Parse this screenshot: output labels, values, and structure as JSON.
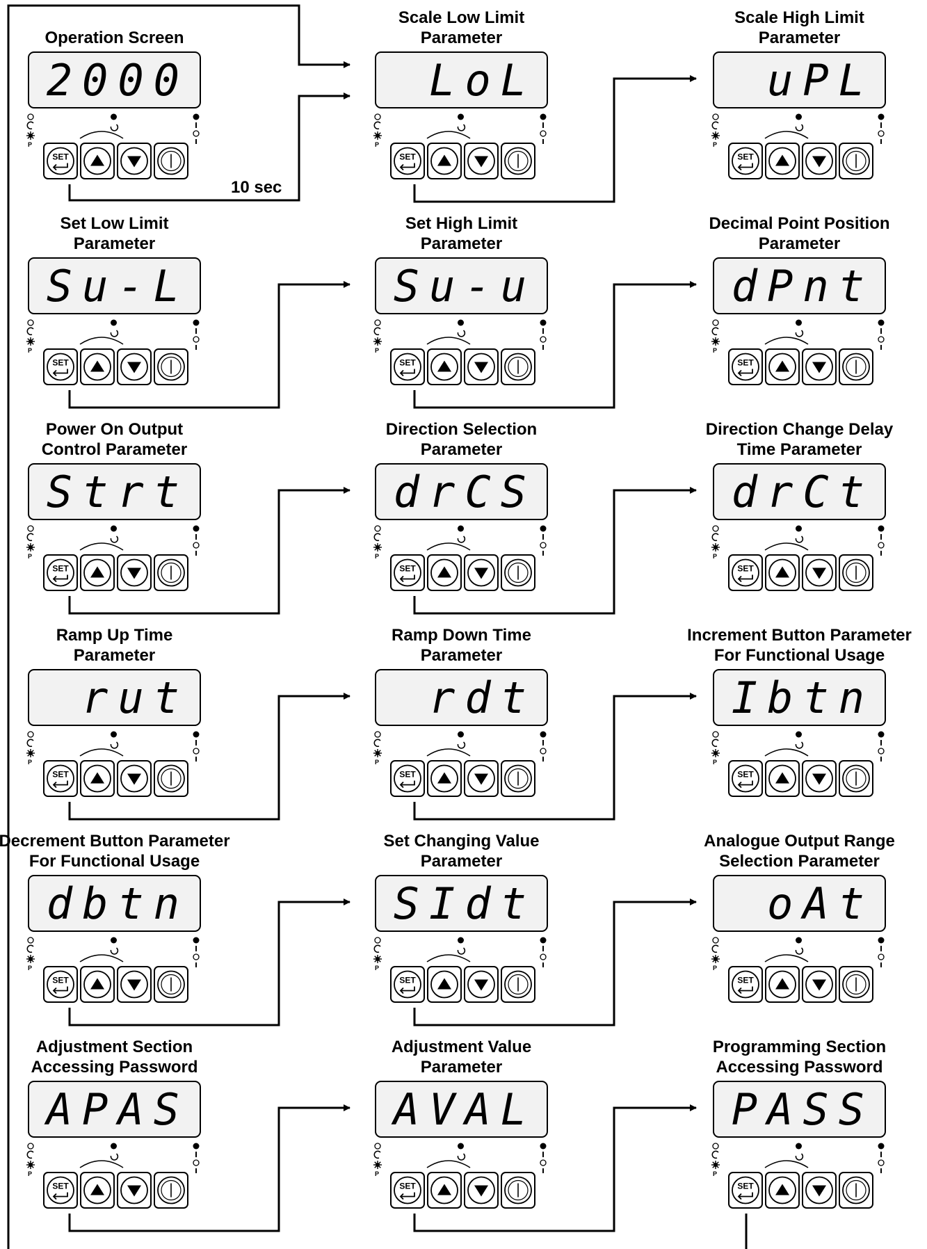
{
  "screens": [
    {
      "title": [
        "Operation Screen"
      ],
      "display": "2000"
    },
    {
      "title": [
        "Scale Low Limit",
        "Parameter"
      ],
      "display": "LoL"
    },
    {
      "title": [
        "Scale High Limit",
        "Parameter"
      ],
      "display": "uPL"
    },
    {
      "title": [
        "Set Low Limit",
        "Parameter"
      ],
      "display": "Su-L"
    },
    {
      "title": [
        "Set High Limit",
        "Parameter"
      ],
      "display": "Su-u"
    },
    {
      "title": [
        "Decimal Point Position",
        "Parameter"
      ],
      "display": "dPnt"
    },
    {
      "title": [
        "Power On Output",
        "Control Parameter"
      ],
      "display": "Strt"
    },
    {
      "title": [
        "Direction Selection",
        "Parameter"
      ],
      "display": "drCS"
    },
    {
      "title": [
        "Direction Change Delay",
        "Time Parameter"
      ],
      "display": "drCt"
    },
    {
      "title": [
        "Ramp Up Time",
        "Parameter"
      ],
      "display": "rut"
    },
    {
      "title": [
        "Ramp Down Time",
        "Parameter"
      ],
      "display": "rdt"
    },
    {
      "title": [
        "Increment Button Parameter",
        "For Functional Usage"
      ],
      "display": "Ibtn"
    },
    {
      "title": [
        "Decrement Button Parameter",
        "For Functional Usage"
      ],
      "display": "dbtn"
    },
    {
      "title": [
        "Set Changing Value",
        "Parameter"
      ],
      "display": "SIdt"
    },
    {
      "title": [
        "Analogue Output Range",
        "Selection Parameter"
      ],
      "display": "oAt"
    },
    {
      "title": [
        "Adjustment Section",
        "Accessing Password"
      ],
      "display": "APAS"
    },
    {
      "title": [
        "Adjustment Value",
        "Parameter"
      ],
      "display": "AVAL"
    },
    {
      "title": [
        "Programming Section",
        "Accessing Password"
      ],
      "display": "PASS"
    }
  ],
  "keypad": {
    "set_label": "SET",
    "p_label": "P"
  },
  "icons": [
    "set-enter-key-icon",
    "up-arrow-key-icon",
    "down-arrow-key-icon",
    "power-key-icon",
    "cycle-led-icon",
    "output-led-icon",
    "program-led-icon"
  ],
  "timeout_label": "10 sec",
  "colors": {
    "line": "#000000",
    "display_bg": "#f2f2f2",
    "background": "#ffffff"
  }
}
